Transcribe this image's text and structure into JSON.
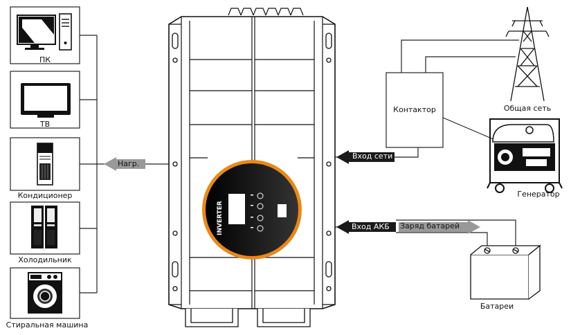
{
  "devices": {
    "pc": "ПК",
    "tv": "ТВ",
    "ac": "Кондиционер",
    "fridge": "Холодильник",
    "washer": "Стиральная машина"
  },
  "arrows": {
    "load": "Нагр.",
    "grid_input": "Вход сети",
    "battery_input": "Вход АКБ",
    "battery_charge": "Заряд батарей"
  },
  "contactor": "Контактор",
  "grid": "Общая сеть",
  "generator": "Генератор",
  "battery": "Батареи",
  "inverter_brand": "INVERTER",
  "colors": {
    "accent_orange": "#e8881c",
    "arrow_gray": "#999999",
    "arrow_dark": "#1a1a1a",
    "line": "#222222"
  }
}
